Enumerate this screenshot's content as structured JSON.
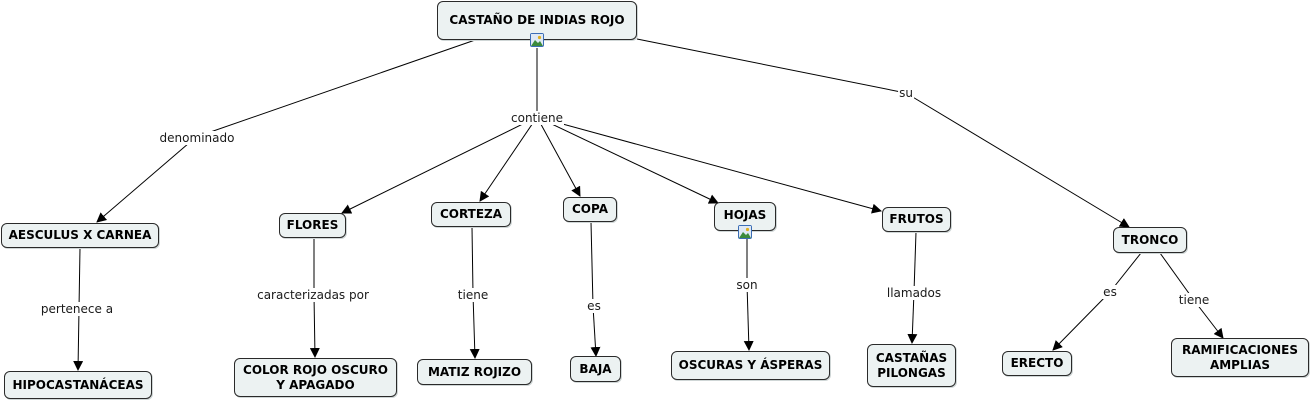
{
  "concepts": {
    "root": "CASTAÑO DE INDIAS ROJO",
    "aesculus": "AESCULUS X CARNEA",
    "hipo": "HIPOCASTANÁCEAS",
    "flores": "FLORES",
    "color": "COLOR ROJO OSCURO\nY APAGADO",
    "corteza": "CORTEZA",
    "matiz": "MATIZ ROJIZO",
    "copa": "COPA",
    "baja": "BAJA",
    "hojas": "HOJAS",
    "oscuras": "OSCURAS Y ÁSPERAS",
    "frutos": "FRUTOS",
    "castanas": "CASTAÑAS\nPILONGAS",
    "tronco": "TRONCO",
    "erecto": "ERECTO",
    "ramificaciones": "RAMIFICACIONES\nAMPLIAS"
  },
  "links": {
    "denominado": "denominado",
    "contiene": "contiene",
    "su": "su",
    "pertenece": "pertenece a",
    "caracterizadas": "caracterizadas por",
    "tiene_corteza": "tiene",
    "es_copa": "es",
    "son": "son",
    "llamados": "llamados",
    "es_tronco": "es",
    "tiene_tronco": "tiene"
  },
  "icons": {
    "root_image": "image-icon",
    "hojas_image": "image-icon"
  },
  "colors": {
    "node_fill": "#ecf2f2",
    "node_border": "#2a2a2a",
    "line": "#000000",
    "icon_border": "#3b6db5"
  }
}
